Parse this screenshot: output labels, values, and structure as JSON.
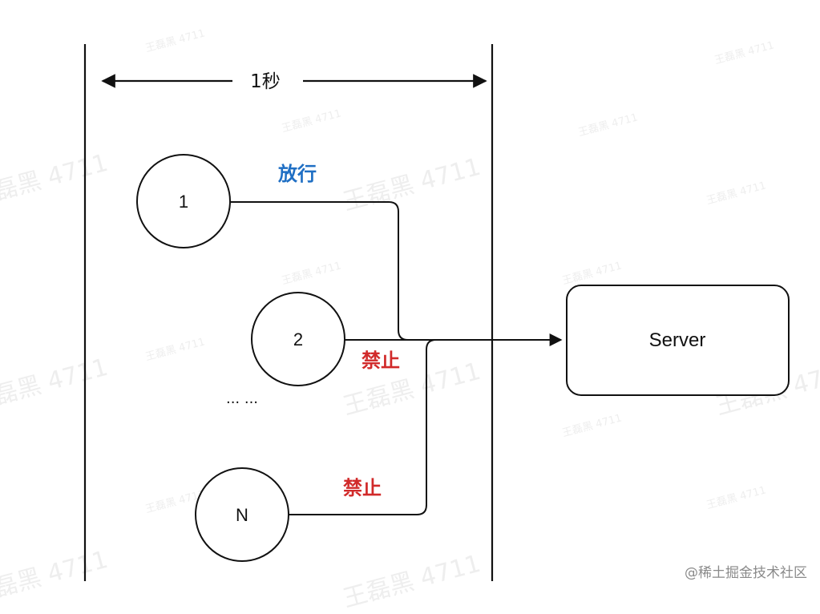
{
  "diagram": {
    "time_window_label": "1秒",
    "clients": [
      {
        "id": "client-1",
        "label": "1"
      },
      {
        "id": "client-2",
        "label": "2"
      },
      {
        "id": "client-n",
        "label": "N"
      }
    ],
    "ellipsis": "... ...",
    "server_label": "Server",
    "edge_labels": {
      "allow": "放行",
      "deny_2": "禁止",
      "deny_n": "禁止"
    },
    "colors": {
      "allow": "#1f6fc4",
      "deny": "#d12a2a",
      "stroke": "#111111",
      "watermark": "#eeeeee"
    }
  },
  "watermark": {
    "big": "王磊黑 4711",
    "small": "王磊黑 4711"
  },
  "credit": "@稀土掘金技术社区"
}
